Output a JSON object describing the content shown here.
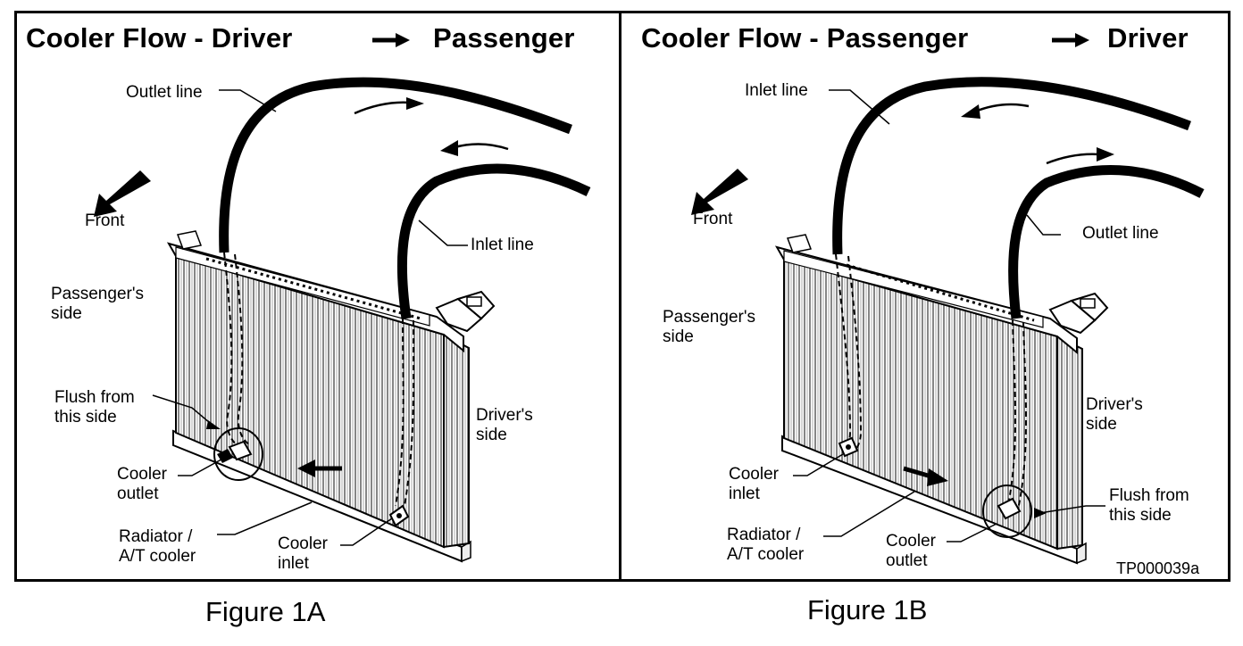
{
  "figure_a": {
    "title_left": "Cooler Flow - Driver",
    "title_right": "Passenger",
    "labels": {
      "outlet_line": "Outlet line",
      "inlet_line": "Inlet line",
      "front": "Front",
      "passengers_side": "Passenger's\nside",
      "drivers_side": "Driver's\nside",
      "flush": "Flush from\nthis side",
      "cooler_outlet": "Cooler\noutlet",
      "cooler_inlet": "Cooler\ninlet",
      "radiator": "Radiator /\nA/T cooler"
    },
    "caption": "Figure 1A"
  },
  "figure_b": {
    "title_left": "Cooler Flow - Passenger",
    "title_right": "Driver",
    "labels": {
      "inlet_line": "Inlet line",
      "outlet_line": "Outlet line",
      "front": "Front",
      "passengers_side": "Passenger's\nside",
      "drivers_side": "Driver's\nside",
      "flush": "Flush from\nthis side",
      "cooler_inlet": "Cooler\ninlet",
      "cooler_outlet": "Cooler\noutlet",
      "radiator": "Radiator /\nA/T cooler"
    },
    "part_number": "TP000039a",
    "caption": "Figure 1B"
  }
}
